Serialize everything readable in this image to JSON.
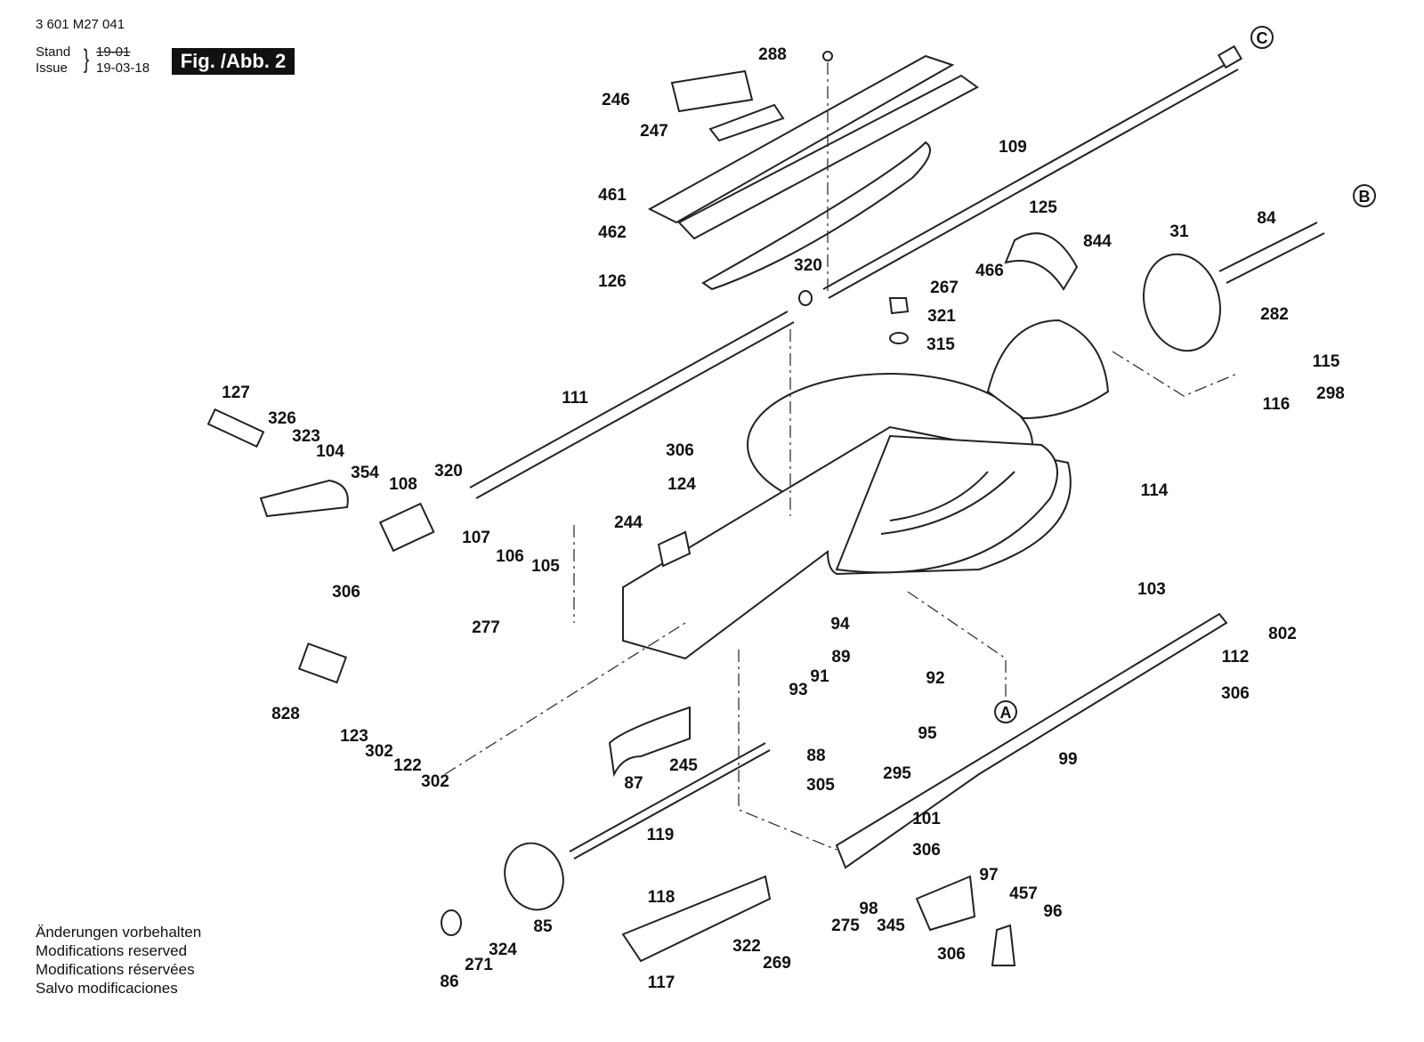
{
  "header": {
    "document_code": "3 601 M27 041",
    "stand_label": "Stand",
    "issue_label": "Issue",
    "old_date": "19-01",
    "issue_date": "19-03-18",
    "figure_badge": "Fig. /Abb. 2"
  },
  "footer": {
    "lines": [
      "Änderungen vorbehalten",
      "Modifications reserved",
      "Modifications réservées",
      "Salvo modificaciones"
    ]
  },
  "reference_markers": [
    "A",
    "B",
    "C"
  ],
  "part_labels": [
    "288",
    "246",
    "247",
    "461",
    "462",
    "126",
    "109",
    "125",
    "844",
    "466",
    "31",
    "84",
    "282",
    "320",
    "267",
    "321",
    "315",
    "115",
    "116",
    "298",
    "127",
    "326",
    "323",
    "104",
    "354",
    "108",
    "320",
    "111",
    "306",
    "124",
    "114",
    "244",
    "107",
    "106",
    "105",
    "306",
    "277",
    "103",
    "802",
    "112",
    "306",
    "94",
    "89",
    "92",
    "91",
    "93",
    "95",
    "88",
    "295",
    "305",
    "828",
    "123",
    "302",
    "122",
    "302",
    "245",
    "87",
    "99",
    "101",
    "306",
    "119",
    "118",
    "97",
    "457",
    "96",
    "98",
    "275",
    "345",
    "306",
    "85",
    "86",
    "271",
    "324",
    "117",
    "322",
    "269"
  ]
}
